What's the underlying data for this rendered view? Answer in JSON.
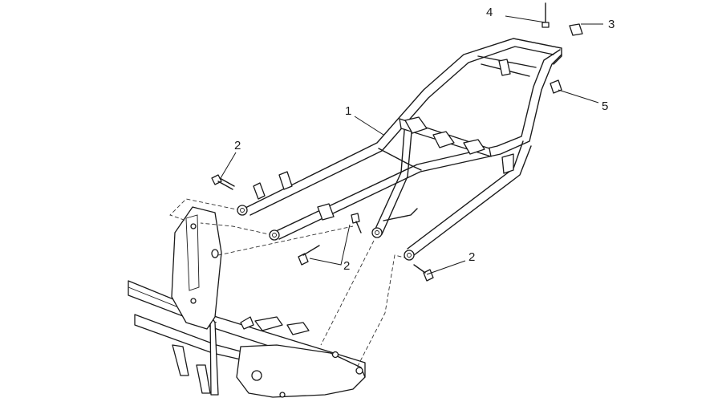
{
  "callouts": {
    "c1": "1",
    "c2_left": "2",
    "c2_center": "2",
    "c2_right": "2",
    "c3": "3",
    "c4": "4",
    "c5": "5"
  }
}
